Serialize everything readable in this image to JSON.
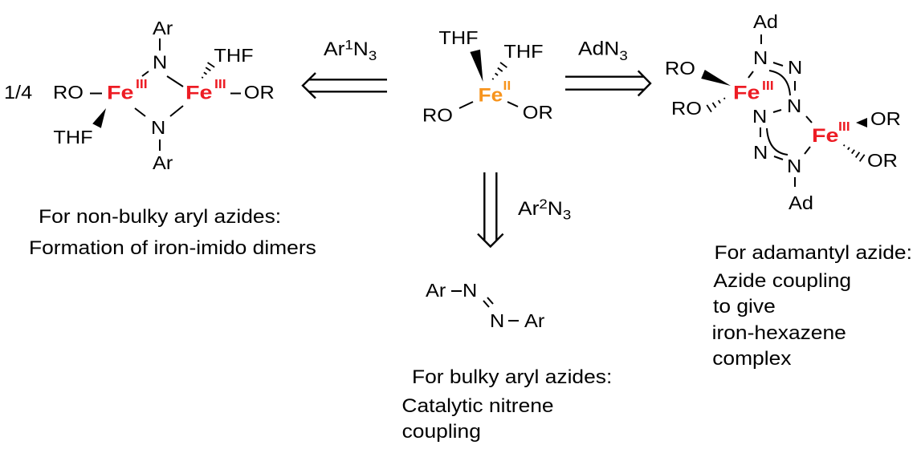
{
  "colors": {
    "iron_iii": "#ed1c24",
    "iron_ii": "#f7941d"
  },
  "starting_material": {
    "iron": {
      "symbol": "Fe",
      "oxidation_state": "II"
    },
    "thf_wedge": "THF",
    "thf_hash": "THF",
    "alkoxide_left": "RO",
    "alkoxide_right": "OR"
  },
  "pathway_left": {
    "arrow": "double-arrow-left",
    "reagent": {
      "group": "Ar",
      "group_index": "1",
      "azide": "N",
      "azide_count": "3"
    },
    "product": {
      "stoichiometry": "1/4",
      "iron_left": {
        "symbol": "Fe",
        "oxidation_state": "III",
        "alkoxide": "RO",
        "thf": "THF"
      },
      "iron_right": {
        "symbol": "Fe",
        "oxidation_state": "III",
        "alkoxide": "OR",
        "thf": "THF"
      },
      "imido_top": {
        "n": "N",
        "aryl": "Ar"
      },
      "imido_bottom": {
        "n": "N",
        "aryl": "Ar"
      }
    },
    "caption": [
      "For non-bulky aryl azides:",
      "Formation of iron-imido dimers"
    ]
  },
  "pathway_down": {
    "arrow": "double-arrow-down",
    "reagent": {
      "group": "Ar",
      "group_index": "2",
      "azide": "N",
      "azide_count": "3"
    },
    "product": {
      "aryl_left": "Ar",
      "n_upper": "N",
      "n_lower": "N",
      "aryl_right": "Ar"
    },
    "caption": [
      "For bulky aryl azides:",
      "Catalytic nitrene",
      "coupling"
    ]
  },
  "pathway_right": {
    "arrow": "double-arrow-right",
    "reagent": {
      "group": "Ad",
      "azide": "N",
      "azide_count": "3"
    },
    "product": {
      "iron_upper": {
        "symbol": "Fe",
        "oxidation_state": "III",
        "alkoxide_wedge": "RO",
        "alkoxide_hash": "RO"
      },
      "iron_lower": {
        "symbol": "Fe",
        "oxidation_state": "III",
        "alkoxide_wedge": "OR",
        "alkoxide_hash": "OR"
      },
      "hexazene_n": [
        "N",
        "N",
        "N",
        "N",
        "N",
        "N"
      ],
      "adamantyl_top": "Ad",
      "adamantyl_bottom": "Ad"
    },
    "caption": [
      "For adamantyl azide:",
      "Azide coupling",
      "to give",
      "iron-hexazene",
      "complex"
    ]
  }
}
